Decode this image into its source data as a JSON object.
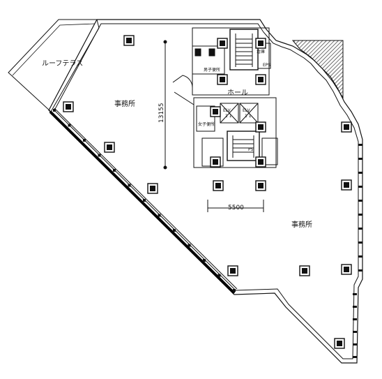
{
  "labels": {
    "roof_terrace": "ルーフテラス",
    "office_top": "事務所",
    "office_right": "事務所",
    "hall": "ホール",
    "mens_wc": "男子便所",
    "womens_wc": "女子便所",
    "elv_left_name": "ELV",
    "elv_left_no": "1 1",
    "elv_right_name": "ELV",
    "elv_right_no": "1 1",
    "storage": "倉庫",
    "eps": "EPS",
    "ps": "PS"
  },
  "dimensions": {
    "vertical": "13155",
    "horizontal": "5500"
  },
  "colors": {
    "line": "#1a1a1a",
    "wall": "#000000",
    "hatch": "#333333",
    "background": "#ffffff"
  }
}
